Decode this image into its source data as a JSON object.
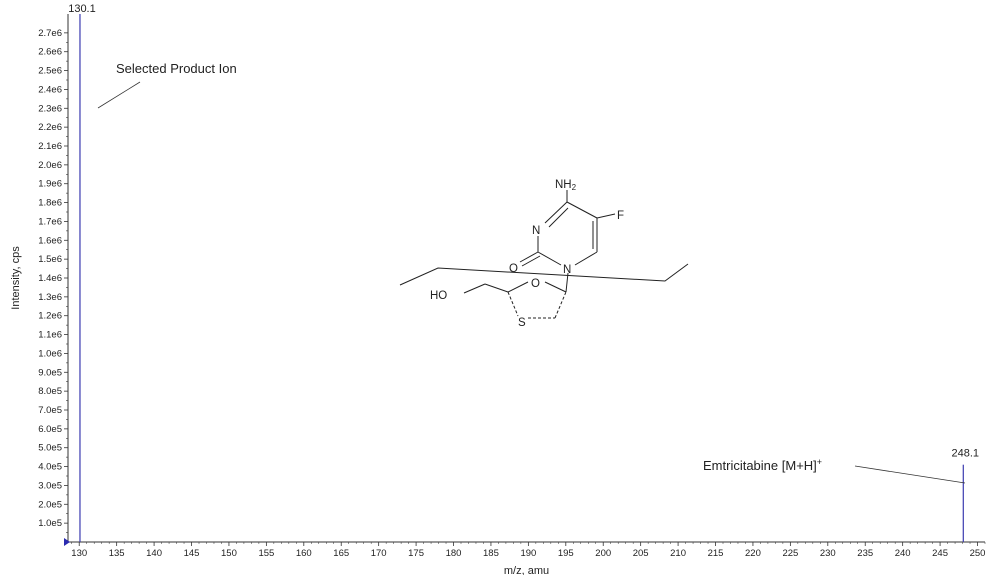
{
  "chart_data": {
    "type": "bar",
    "title": "",
    "xlabel": "m/z, amu",
    "ylabel": "Intensity, cps",
    "xlim": [
      128.5,
      251
    ],
    "ylim": [
      0,
      2800000.0
    ],
    "x_ticks": [
      130,
      135,
      140,
      145,
      150,
      155,
      160,
      165,
      170,
      175,
      180,
      185,
      190,
      195,
      200,
      205,
      210,
      215,
      220,
      225,
      230,
      235,
      240,
      245,
      250
    ],
    "y_ticks": [
      {
        "value": 100000,
        "label": "1.0e5"
      },
      {
        "value": 200000,
        "label": "2.0e5"
      },
      {
        "value": 300000,
        "label": "3.0e5"
      },
      {
        "value": 400000,
        "label": "4.0e5"
      },
      {
        "value": 500000,
        "label": "5.0e5"
      },
      {
        "value": 600000,
        "label": "6.0e5"
      },
      {
        "value": 700000,
        "label": "7.0e5"
      },
      {
        "value": 800000,
        "label": "8.0e5"
      },
      {
        "value": 900000,
        "label": "9.0e5"
      },
      {
        "value": 1000000,
        "label": "1.0e6"
      },
      {
        "value": 1100000,
        "label": "1.1e6"
      },
      {
        "value": 1200000,
        "label": "1.2e6"
      },
      {
        "value": 1300000,
        "label": "1.3e6"
      },
      {
        "value": 1400000,
        "label": "1.4e6"
      },
      {
        "value": 1500000,
        "label": "1.5e6"
      },
      {
        "value": 1600000,
        "label": "1.6e6"
      },
      {
        "value": 1700000,
        "label": "1.7e6"
      },
      {
        "value": 1800000,
        "label": "1.8e6"
      },
      {
        "value": 1900000,
        "label": "1.9e6"
      },
      {
        "value": 2000000,
        "label": "2.0e6"
      },
      {
        "value": 2100000,
        "label": "2.1e6"
      },
      {
        "value": 2200000,
        "label": "2.2e6"
      },
      {
        "value": 2300000,
        "label": "2.3e6"
      },
      {
        "value": 2400000,
        "label": "2.4e6"
      },
      {
        "value": 2500000,
        "label": "2.5e6"
      },
      {
        "value": 2600000,
        "label": "2.6e6"
      },
      {
        "value": 2700000,
        "label": "2.7e6"
      }
    ],
    "series": [
      {
        "peaks": [
          {
            "mz": 130.1,
            "intensity": 2800000,
            "label": "130.1"
          },
          {
            "mz": 248.1,
            "intensity": 410000,
            "label": "248.1"
          }
        ]
      }
    ],
    "annotations": [
      {
        "text": "Selected Product Ion",
        "target_mz": 130.1
      },
      {
        "text": "Emtricitabine [M+H]",
        "superscript": "+",
        "target_mz": 248.1
      }
    ],
    "structure_labels": {
      "nh2": "NH",
      "nh2_sub": "2",
      "f": "F",
      "n1": "N",
      "n2": "N",
      "o_carbonyl": "O",
      "o_ring": "O",
      "s": "S",
      "ho": "HO"
    },
    "grid": false,
    "legend": "none",
    "colors": {
      "peak": "#3b3bb0",
      "axis": "#333333",
      "text": "#222222"
    }
  }
}
